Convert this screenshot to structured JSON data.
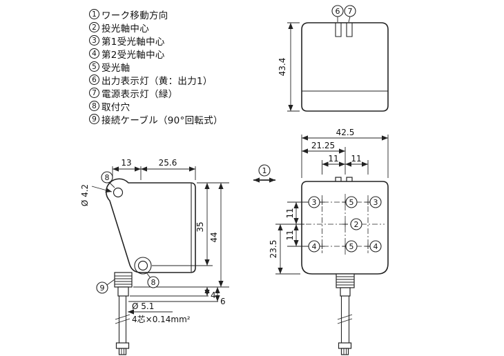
{
  "legend": {
    "items": [
      {
        "num": "1",
        "label": "ワーク移動方向"
      },
      {
        "num": "2",
        "label": "投光軸中心"
      },
      {
        "num": "3",
        "label": "第1受光軸中心"
      },
      {
        "num": "4",
        "label": "第2受光軸中心"
      },
      {
        "num": "5",
        "label": "受光軸"
      },
      {
        "num": "6",
        "label": "出力表示灯（黄：出力1）"
      },
      {
        "num": "7",
        "label": "電源表示灯（緑）"
      },
      {
        "num": "8",
        "label": "取付穴"
      },
      {
        "num": "9",
        "label": "接続ケーブル（90°回転式）"
      }
    ]
  },
  "top_view": {
    "callout_output_led": "6",
    "callout_power_led": "7",
    "dim_height": "43.4"
  },
  "side_view": {
    "callout_mount_hole_top": "8",
    "callout_mount_hole_bottom": "8",
    "callout_cable": "9",
    "dim_top_left": "13",
    "dim_top_right": "25.6",
    "dim_mount_hole": "Ø 4.2",
    "dim_body_35": "35",
    "dim_body_44": "44",
    "dim_4": "4",
    "dim_6": "6",
    "cable_dia": "Ø 5.1",
    "cable_spec": "4芯×0.14mm²"
  },
  "front_view": {
    "callout_work_direction": "1",
    "dim_width": "42.5",
    "dim_half_width": "21.25",
    "dim_top_11_left": "11",
    "dim_top_11_right": "11",
    "dim_left_11_upper": "11",
    "dim_left_11_lower": "11",
    "dim_bottom_23_5": "23.5",
    "callout_axis_top_left": "3",
    "callout_axis_top_center": "5",
    "callout_axis_top_right": "3",
    "callout_emitter_center": "2",
    "callout_axis_bottom_left": "4",
    "callout_axis_bottom_center": "5",
    "callout_axis_bottom_right": "4"
  }
}
